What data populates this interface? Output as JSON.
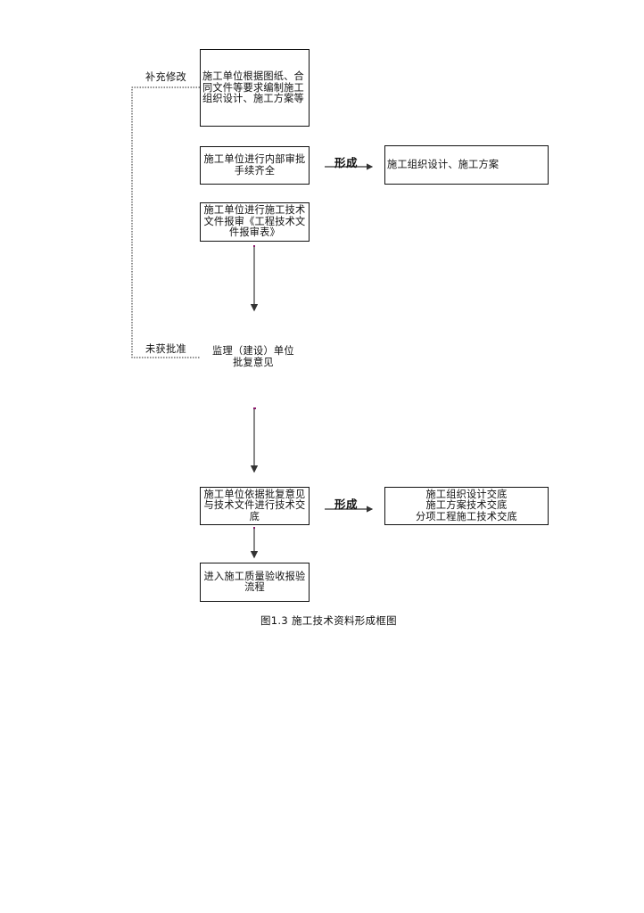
{
  "diagram": {
    "caption": "图1.3 施工技术资料形成框图",
    "side_labels": {
      "revise": "补充修改",
      "not_approved": "未获批准"
    },
    "form_labels": {
      "first": "形成",
      "second": "形成"
    },
    "nodes": {
      "prepare": {
        "lines": [
          "施工单位根据图纸、合",
          "同文件等要求编制施工",
          "组织设计、施工方案等"
        ]
      },
      "internal_review": {
        "lines": [
          "施工单位进行内部审批",
          "手续齐全"
        ]
      },
      "output_plan": {
        "lines": [
          "施工组织设计、施工方案"
        ]
      },
      "submit": {
        "lines": [
          "施工单位进行施工技术",
          "文件报审《工程技术文",
          "件报审表》"
        ]
      },
      "supervisor_reply": {
        "lines": [
          "监理（建设）单位",
          "批复意见"
        ]
      },
      "disclosure": {
        "lines": [
          "施工单位依据批复意见",
          "与技术文件进行技术交",
          "底"
        ]
      },
      "output_disclosure": {
        "lines": [
          "施工组织设计交底",
          "施工方案技术交底",
          "分项工程施工技术交底"
        ]
      },
      "quality": {
        "lines": [
          "进入施工质量验收报验",
          "流程"
        ]
      }
    },
    "colors": {
      "line": "#111111",
      "arrow_shaft": "#555555",
      "arrow_tip_mark": "#8b1a6b"
    }
  }
}
